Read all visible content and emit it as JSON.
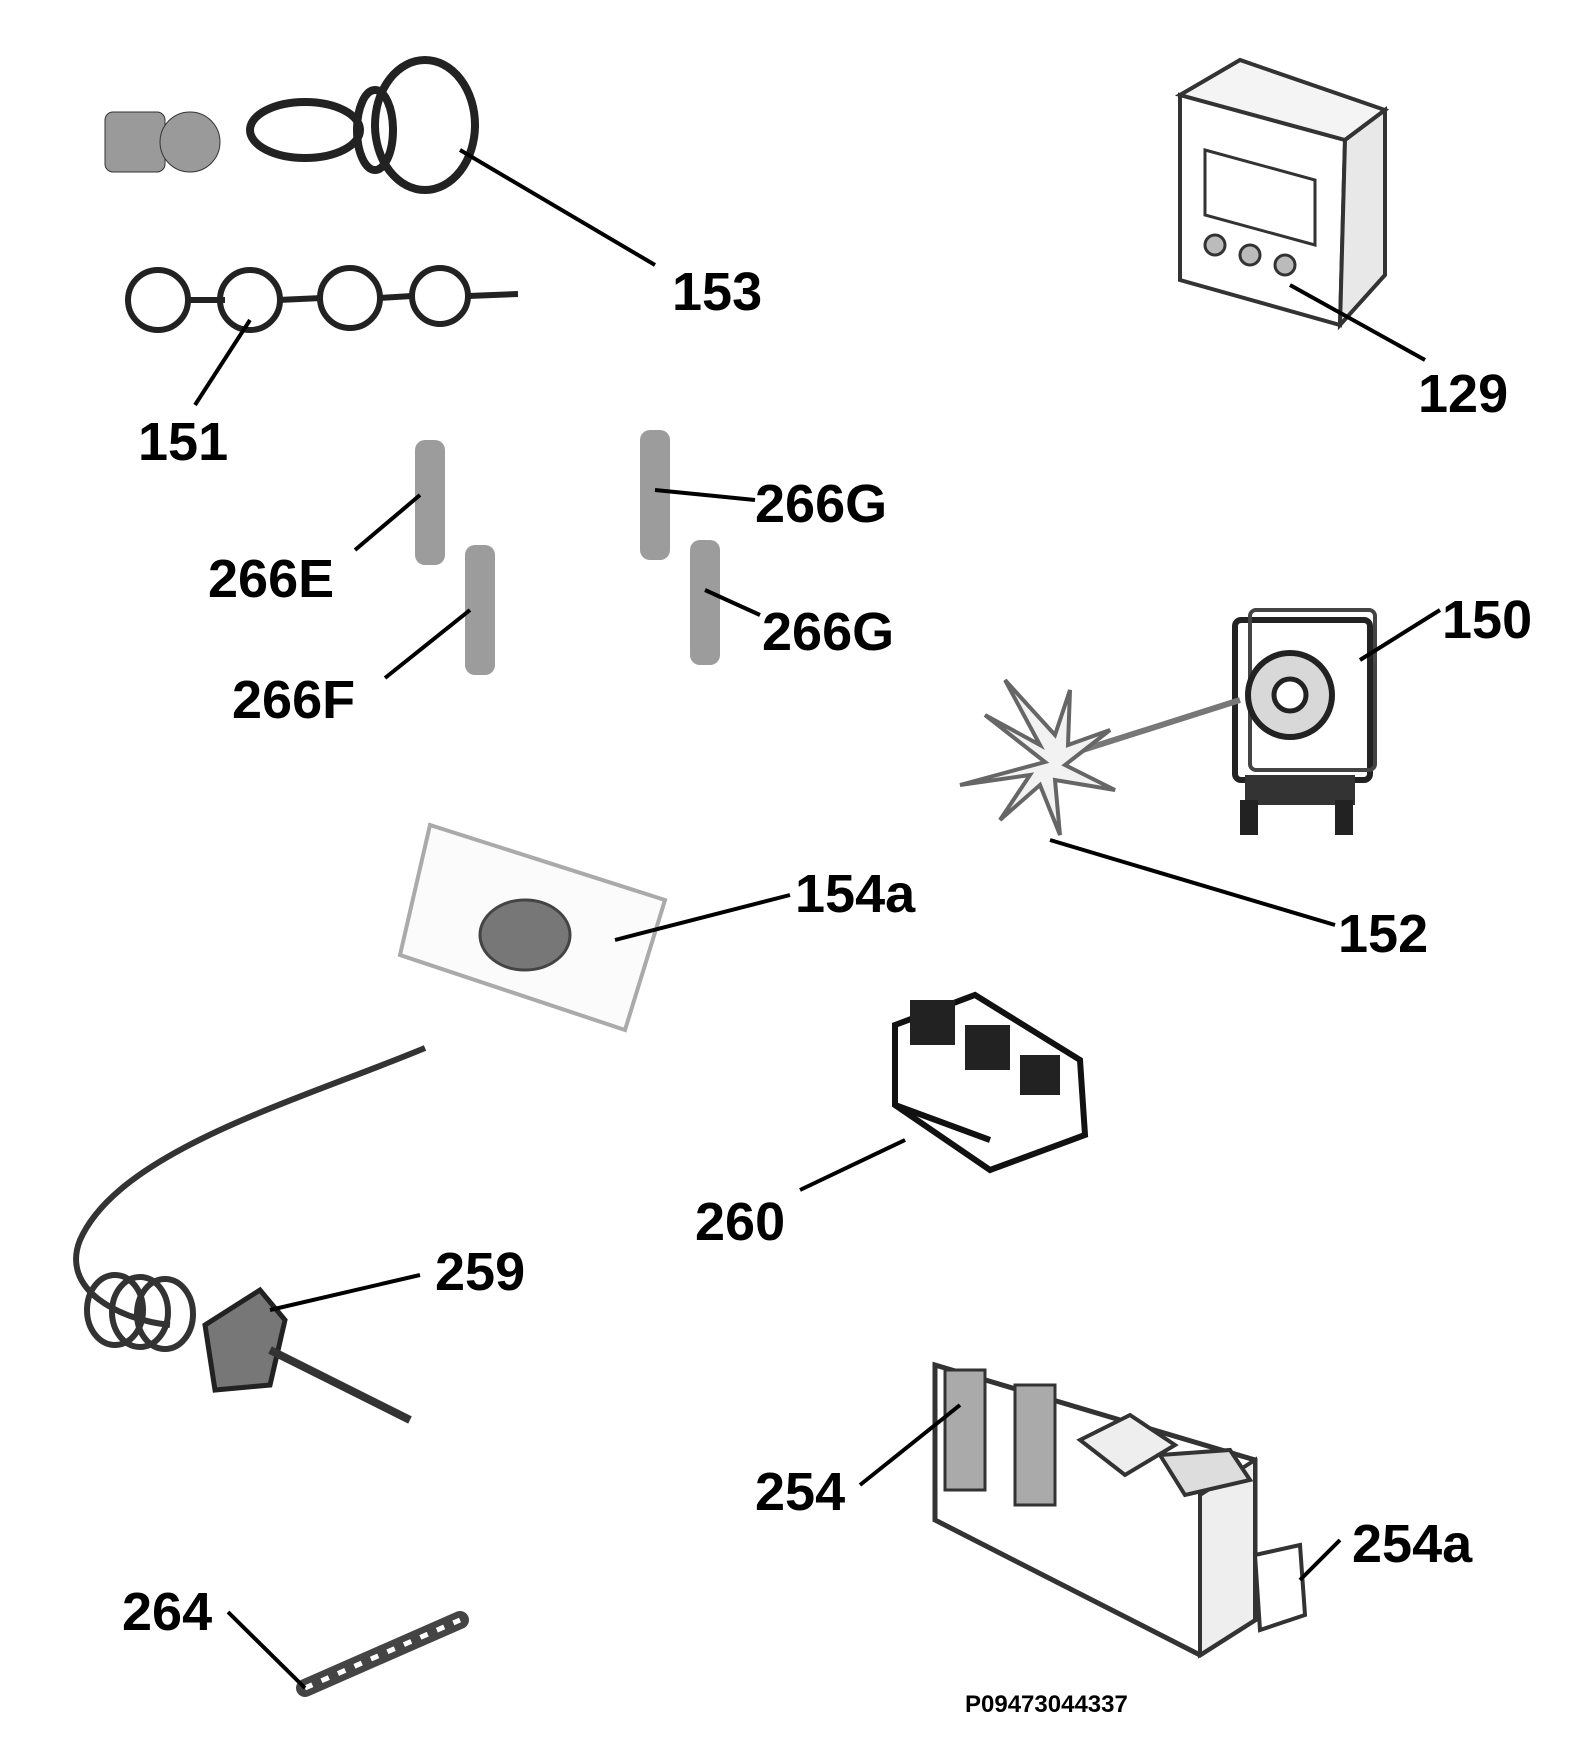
{
  "labels": {
    "l153": "153",
    "l151": "151",
    "l129": "129",
    "l266e": "266E",
    "l266f": "266F",
    "l266g_1": "266G",
    "l266g_2": "266G",
    "l150": "150",
    "l152": "152",
    "l154a": "154a",
    "l260": "260",
    "l259": "259",
    "l254": "254",
    "l254a": "254a",
    "l264": "264"
  },
  "drawing_code": "P09473044337"
}
